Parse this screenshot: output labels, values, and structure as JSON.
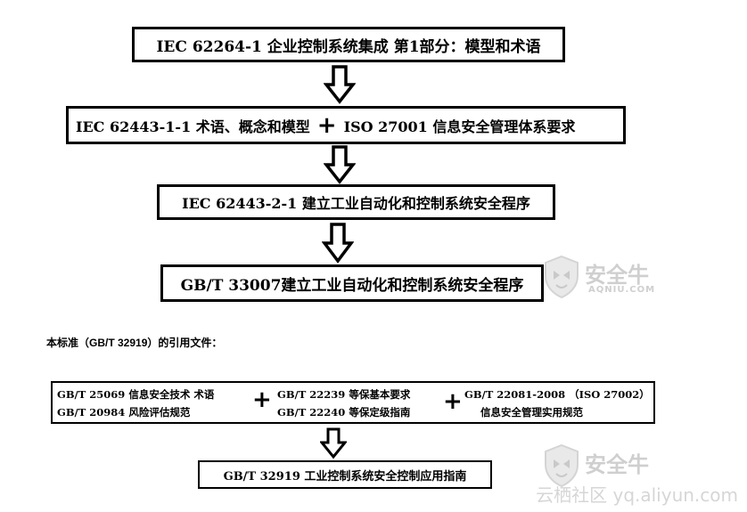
{
  "top_flow": {
    "box1": "IEC 62264-1 企业控制系统集成 第1部分：模型和术语",
    "box2_left": "IEC 62443-1-1 术语、概念和模型",
    "box2_plus": "+",
    "box2_right": "ISO 27001  信息安全管理体系要求",
    "box3": "IEC 62443-2-1 建立工业自动化和控制系统安全程序",
    "box4": "GB/T 33007建立工业自动化和控制系统安全程序"
  },
  "caption": "本标准（GB/T 32919）的引用文件：",
  "bottom_flow": {
    "col1_line1": "GB/T 25069 信息安全技术 术语",
    "col1_line2": "GB/T 20984 风险评估规范",
    "plus1": "+",
    "col2_line1": "GB/T 22239 等保基本要求",
    "col2_line2": "GB/T 22240 等保定级指南",
    "plus2": "+",
    "col3_line1": "GB/T 22081-2008 （ISO 27002）",
    "col3_line2": "信息安全管理实用规范",
    "result": "GB/T 32919  工业控制系统安全控制应用指南"
  },
  "logo": {
    "cn": "安全牛",
    "en": "AQNIU.COM"
  },
  "watermark": "云栖社区 yq.aliyun.com"
}
